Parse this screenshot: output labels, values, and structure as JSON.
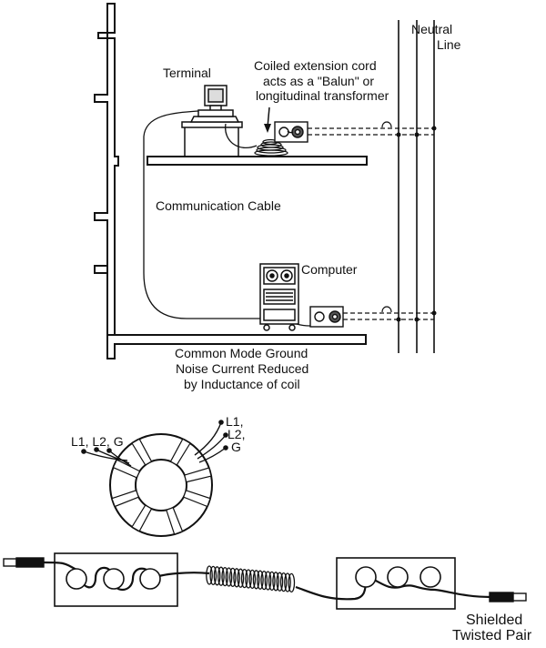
{
  "labels": {
    "neutral": "Neutral",
    "line": "Line",
    "terminal": "Terminal",
    "coiled_1": "Coiled extension cord",
    "coiled_2": "acts as a \"Balun\" or",
    "coiled_3": "longitudinal transformer",
    "communication_cable": "Communication Cable",
    "computer": "Computer",
    "noise_1": "Common Mode Ground",
    "noise_2": "Noise Current Reduced",
    "noise_3": "by Inductance of coil",
    "toroid_left": "L1, L2, G",
    "toroid_right_1": "L1,",
    "toroid_right_2": "L2,",
    "toroid_right_3": "G",
    "shielded_1": "Shielded",
    "shielded_2": "Twisted Pair"
  },
  "colors": {
    "ink": "#111111",
    "wall_fill": "#ffffff",
    "paper": "#ffffff"
  }
}
